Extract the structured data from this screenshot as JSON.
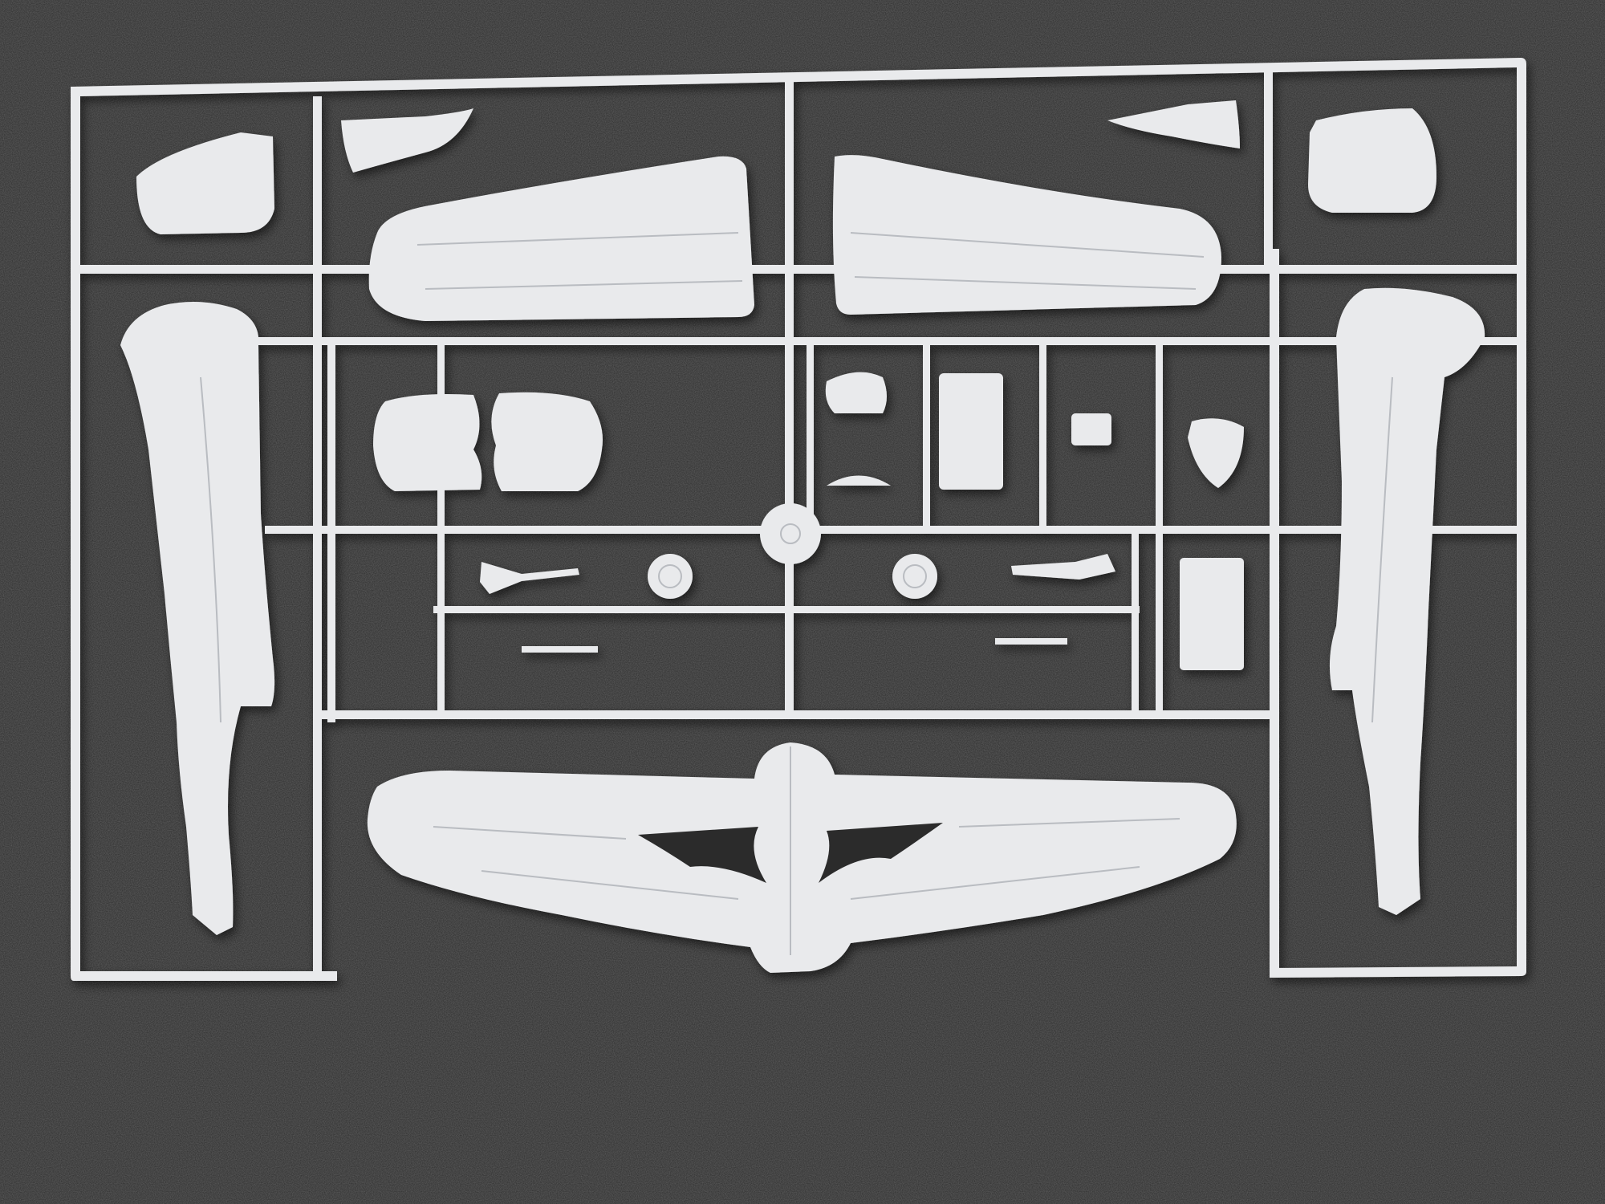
{
  "photo": {
    "subject": "plastic-model-kit-sprue",
    "background_color": "#2b2b2b",
    "plastic_color": "#e9eaec",
    "plastic_shade_color": "#cfd1d5",
    "panel_line_color": "#b9bcc1",
    "parts": [
      "lower-wing-with-fuselage-center",
      "fuselage-half-left",
      "fuselage-half-right",
      "upper-wing-half-left",
      "upper-wing-half-right",
      "horizontal-stabilizer-left",
      "horizontal-stabilizer-right",
      "cowling-halves",
      "landing-gear-doors-left",
      "landing-gear-doors-right",
      "main-wheels",
      "propeller-spinner-plate",
      "cockpit-floor",
      "seat",
      "instrument-panel",
      "pilot-seat-back",
      "radiator-block",
      "exhaust-parts"
    ]
  }
}
